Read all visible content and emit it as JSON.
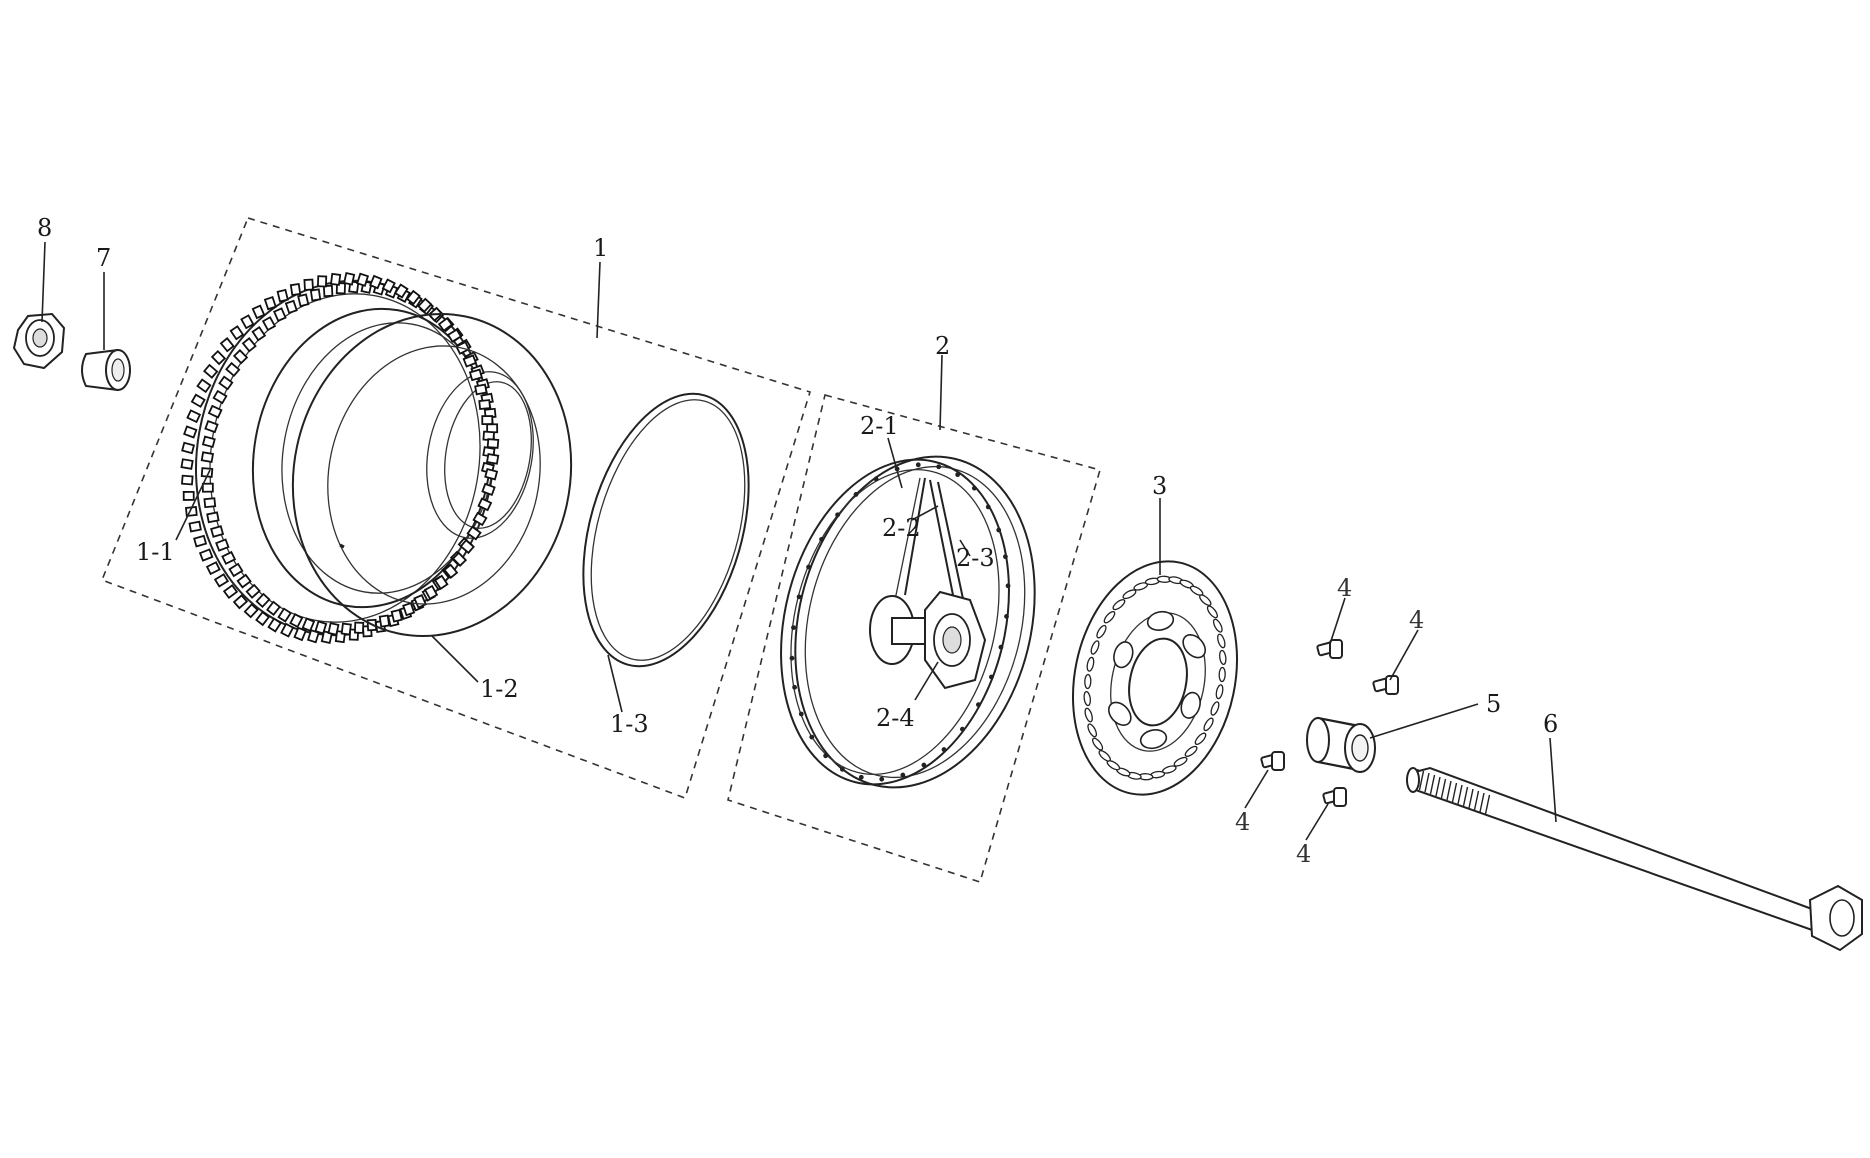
{
  "callouts": {
    "tire_assembly": "1",
    "tire": "1-1",
    "inner_tube": "1-2",
    "rim_band": "1-3",
    "wheel_assembly": "2",
    "rim": "2-1",
    "spoke_a": "2-2",
    "spoke_b": "2-3",
    "hub": "2-4",
    "brake_disc": "3",
    "bolt": "4",
    "spacer": "5",
    "axle": "6",
    "collar": "7",
    "nut": "8"
  }
}
